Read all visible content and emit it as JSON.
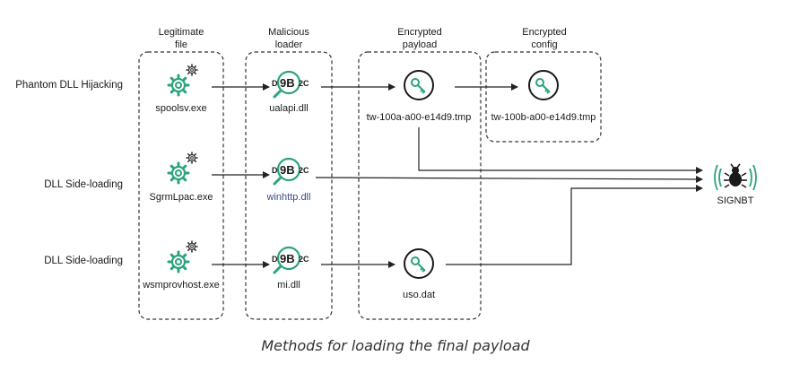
{
  "colors": {
    "accent": "#2aa37f",
    "text": "#1a1a1a",
    "blue_text": "#3a4a8a",
    "line": "#222222"
  },
  "columns": {
    "legit": [
      "Legitimate",
      "file"
    ],
    "loader": [
      "Malicious",
      "loader"
    ],
    "payload": [
      "Encrypted",
      "payload"
    ],
    "config": [
      "Encrypted",
      "config"
    ]
  },
  "rows": [
    {
      "label": "Phantom DLL Hijacking"
    },
    {
      "label": "DLL Side-loading"
    },
    {
      "label": "DLL Side-loading"
    }
  ],
  "files": {
    "legit": [
      "spoolsv.exe",
      "SgrmLpac.exe",
      "wsmprovhost.exe"
    ],
    "loader": [
      "ualapi.dll",
      "winhttp.dll",
      "mi.dll"
    ],
    "payload": [
      "tw-100a-a00-e14d9.tmp",
      "uso.dat"
    ],
    "config": "tw-100b-a00-e14d9.tmp"
  },
  "loader_icon": {
    "d1": "D",
    "main": "9B",
    "d2": "2C"
  },
  "target": {
    "label": "SIGNBT",
    "icon": "bug-icon"
  },
  "caption": "Methods for loading the final payload"
}
